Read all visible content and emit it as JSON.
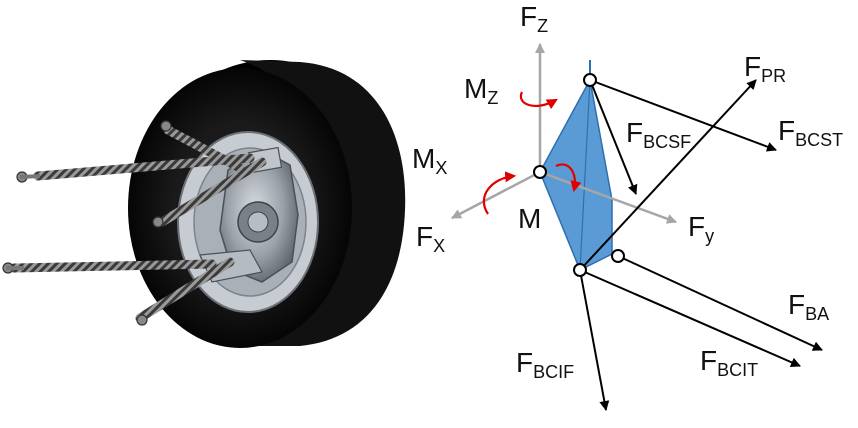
{
  "labels": {
    "fz": {
      "main": "F",
      "sub": "Z"
    },
    "mz": {
      "main": "M",
      "sub": "Z"
    },
    "mx": {
      "main": "M",
      "sub": "X"
    },
    "m": {
      "main": "M"
    },
    "fx": {
      "main": "F",
      "sub": "X"
    },
    "fy": {
      "main": "F",
      "sub": "y"
    },
    "fpr": {
      "main": "F",
      "sub": "PR"
    },
    "fbcsf": {
      "main": "F",
      "sub": "BCSF"
    },
    "fbcst": {
      "main": "F",
      "sub": "BCST"
    },
    "fba": {
      "main": "F",
      "sub": "BA"
    },
    "fbcit": {
      "main": "F",
      "sub": "BCIT"
    },
    "fbcif": {
      "main": "F",
      "sub": "BCIF"
    }
  },
  "colors": {
    "upright_fill": "#5b9bd5",
    "upright_stroke": "#2e6fb0",
    "axis_gray": "#a6a6a6",
    "moment_red": "#e00000",
    "force_black": "#000000",
    "tire": "#0b0b0b"
  }
}
